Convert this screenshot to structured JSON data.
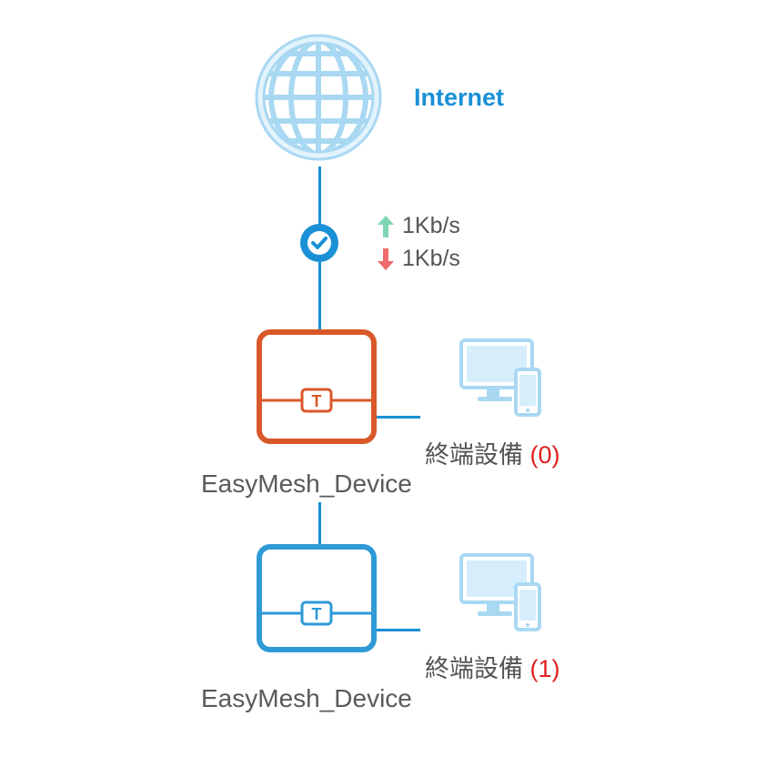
{
  "internet": {
    "label": "Internet",
    "status": "connected"
  },
  "traffic": {
    "upload": "1Kb/s",
    "download": "1Kb/s",
    "upload_color": "#7fd6b3",
    "download_color": "#ef6b6b"
  },
  "devices": [
    {
      "name": "EasyMesh_Device",
      "role": "main",
      "color": "#d9582a",
      "clients_label": "終端設備",
      "clients_count": "(0)"
    },
    {
      "name": "EasyMesh_Device",
      "role": "satellite",
      "color": "#2f9ad6",
      "clients_label": "終端設備",
      "clients_count": "(1)"
    }
  ],
  "colors": {
    "link": "#1a90d6",
    "globe": "#a9d8f2",
    "count": "#e02020"
  },
  "icons": {
    "internet": "globe-icon",
    "status": "check-circle-icon",
    "router": "mesh-router-icon",
    "clients": "computer-phone-icon"
  }
}
